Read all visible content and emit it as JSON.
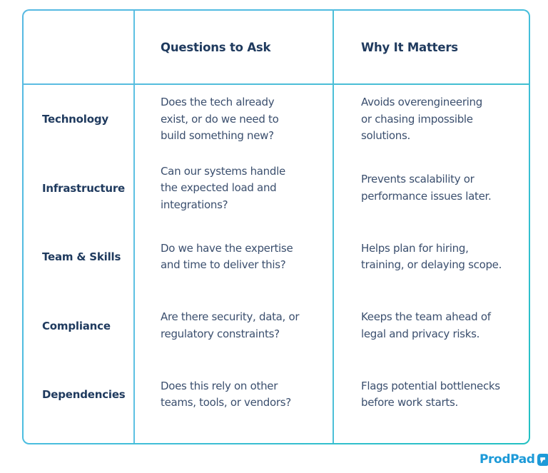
{
  "table": {
    "headers": {
      "corner": "",
      "questions": "Questions to Ask",
      "why": "Why It Matters"
    },
    "rows": [
      {
        "label": "Technology",
        "question": "Does the tech already\nexist, or do we need to\nbuild something new?",
        "why": "Avoids overengineering\nor chasing impossible\nsolutions."
      },
      {
        "label": "Infrastructure",
        "question": "Can our systems handle\nthe expected load and\nintegrations?",
        "why": "Prevents scalability or\nperformance issues later."
      },
      {
        "label": "Team & Skills",
        "question": "Do we have the expertise\nand time to deliver this?",
        "why": "Helps plan for hiring,\ntraining, or delaying scope."
      },
      {
        "label": "Compliance",
        "question": "Are there security, data, or\nregulatory constraints?",
        "why": "Keeps the team ahead of\nlegal and privacy risks."
      },
      {
        "label": "Dependencies",
        "question": "Does this rely on other\nteams, tools, or vendors?",
        "why": "Flags potential bottlenecks\nbefore work starts."
      }
    ]
  },
  "branding": {
    "logo_text": "ProdPad",
    "logo_icon": "prodpad-arrow-icon",
    "brand_color": "#1d9ad8"
  },
  "colors": {
    "border_start": "#57b9e2",
    "border_end": "#22c0c2",
    "heading_text": "#1f3a5e",
    "body_text": "#3b4f6e"
  }
}
